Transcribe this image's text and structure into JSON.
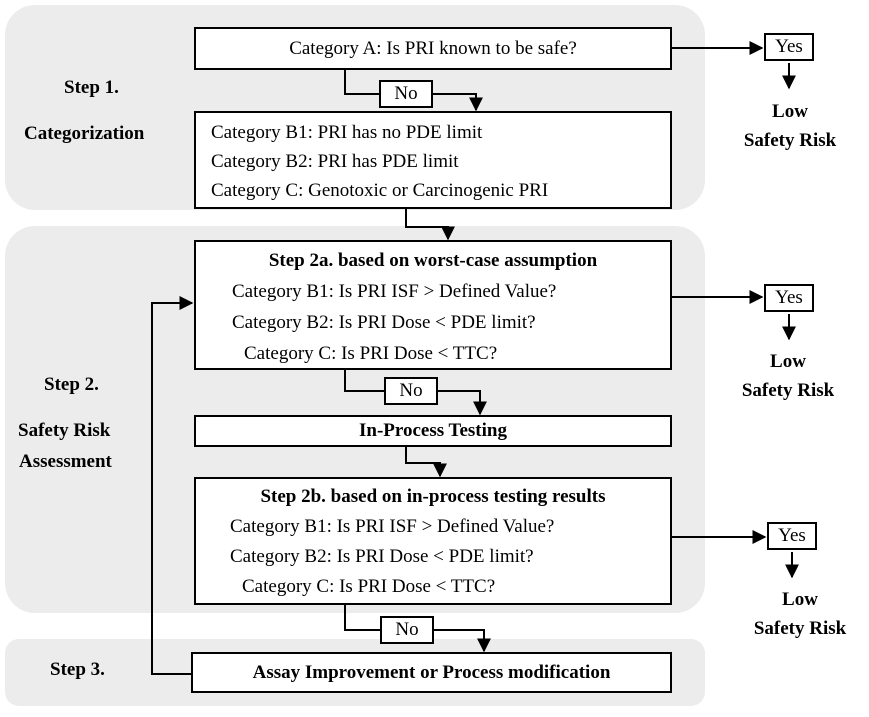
{
  "steps": {
    "step1": {
      "title": "Step 1.",
      "subtitle": "Categorization"
    },
    "step2": {
      "title": "Step 2.",
      "subtitle_line1": "Safety Risk",
      "subtitle_line2": "Assessment"
    },
    "step3": {
      "title": "Step 3."
    }
  },
  "boxes": {
    "category_a": "Category A: Is PRI known to be safe?",
    "categorization": [
      "Category B1: PRI has no PDE limit",
      "Category B2: PRI has PDE limit",
      "Category C: Genotoxic or Carcinogenic PRI"
    ],
    "step2a": {
      "title": "Step 2a. based on worst-case assumption",
      "lines": [
        "Category B1: Is PRI ISF > Defined Value?",
        "Category B2: Is PRI Dose < PDE limit?",
        "Category C: Is PRI Dose < TTC?"
      ]
    },
    "in_process": "In-Process Testing",
    "step2b": {
      "title": "Step 2b. based on in-process testing results",
      "lines": [
        "Category B1: Is PRI ISF > Defined Value?",
        "Category B2: Is PRI Dose < PDE limit?",
        "Category C: Is PRI Dose < TTC?"
      ]
    },
    "step3_box": "Assay Improvement or Process modification"
  },
  "decisions": {
    "yes": "Yes",
    "no": "No"
  },
  "outcomes": {
    "low_line1": "Low",
    "low_line2": "Safety Risk"
  }
}
